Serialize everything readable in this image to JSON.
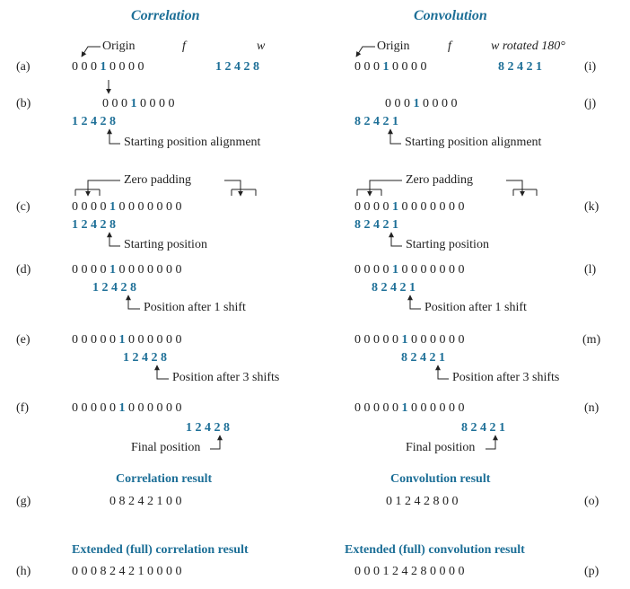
{
  "headers": {
    "left": "Correlation",
    "right": "Convolution"
  },
  "rows_left": {
    "a": "(a)",
    "b": "(b)",
    "c": "(c)",
    "d": "(d)",
    "e": "(e)",
    "f": "(f)",
    "g": "(g)",
    "h": "(h)"
  },
  "rows_right": {
    "i": "(i)",
    "j": "(j)",
    "k": "(k)",
    "l": "(l)",
    "m": "(m)",
    "n": "(n)",
    "o": "(o)",
    "p": "(p)"
  },
  "labels": {
    "origin": "Origin",
    "f": "f",
    "w": "w",
    "w_rot": "w rotated 180°",
    "start_align": "Starting position alignment",
    "zero_pad": "Zero padding",
    "start_pos": "Starting position",
    "after1": "Position after 1 shift",
    "after3": "Position after 3 shifts",
    "final": "Final position"
  },
  "seq": {
    "f_short": "0 0 0 1 0 0 0 0",
    "w": "1 2 4 2 8",
    "w_rot": "8 2 4 2 1",
    "f_pad": "0 0 0 0 1 0 0 0 0 0 0 0"
  },
  "results": {
    "corr_title": "Correlation result",
    "corr": "0 8 2 4 2 1 0 0",
    "conv_title": "Convolution result",
    "conv": "0 1 2 4 2 8 0 0",
    "corr_full_title": "Extended (full) correlation result",
    "corr_full": "0 0 0 8 2 4 2 1 0 0 0 0",
    "conv_full_title": "Extended (full) convolution result",
    "conv_full": "0 0 0 1 2 4 2 8 0 0 0 0"
  }
}
